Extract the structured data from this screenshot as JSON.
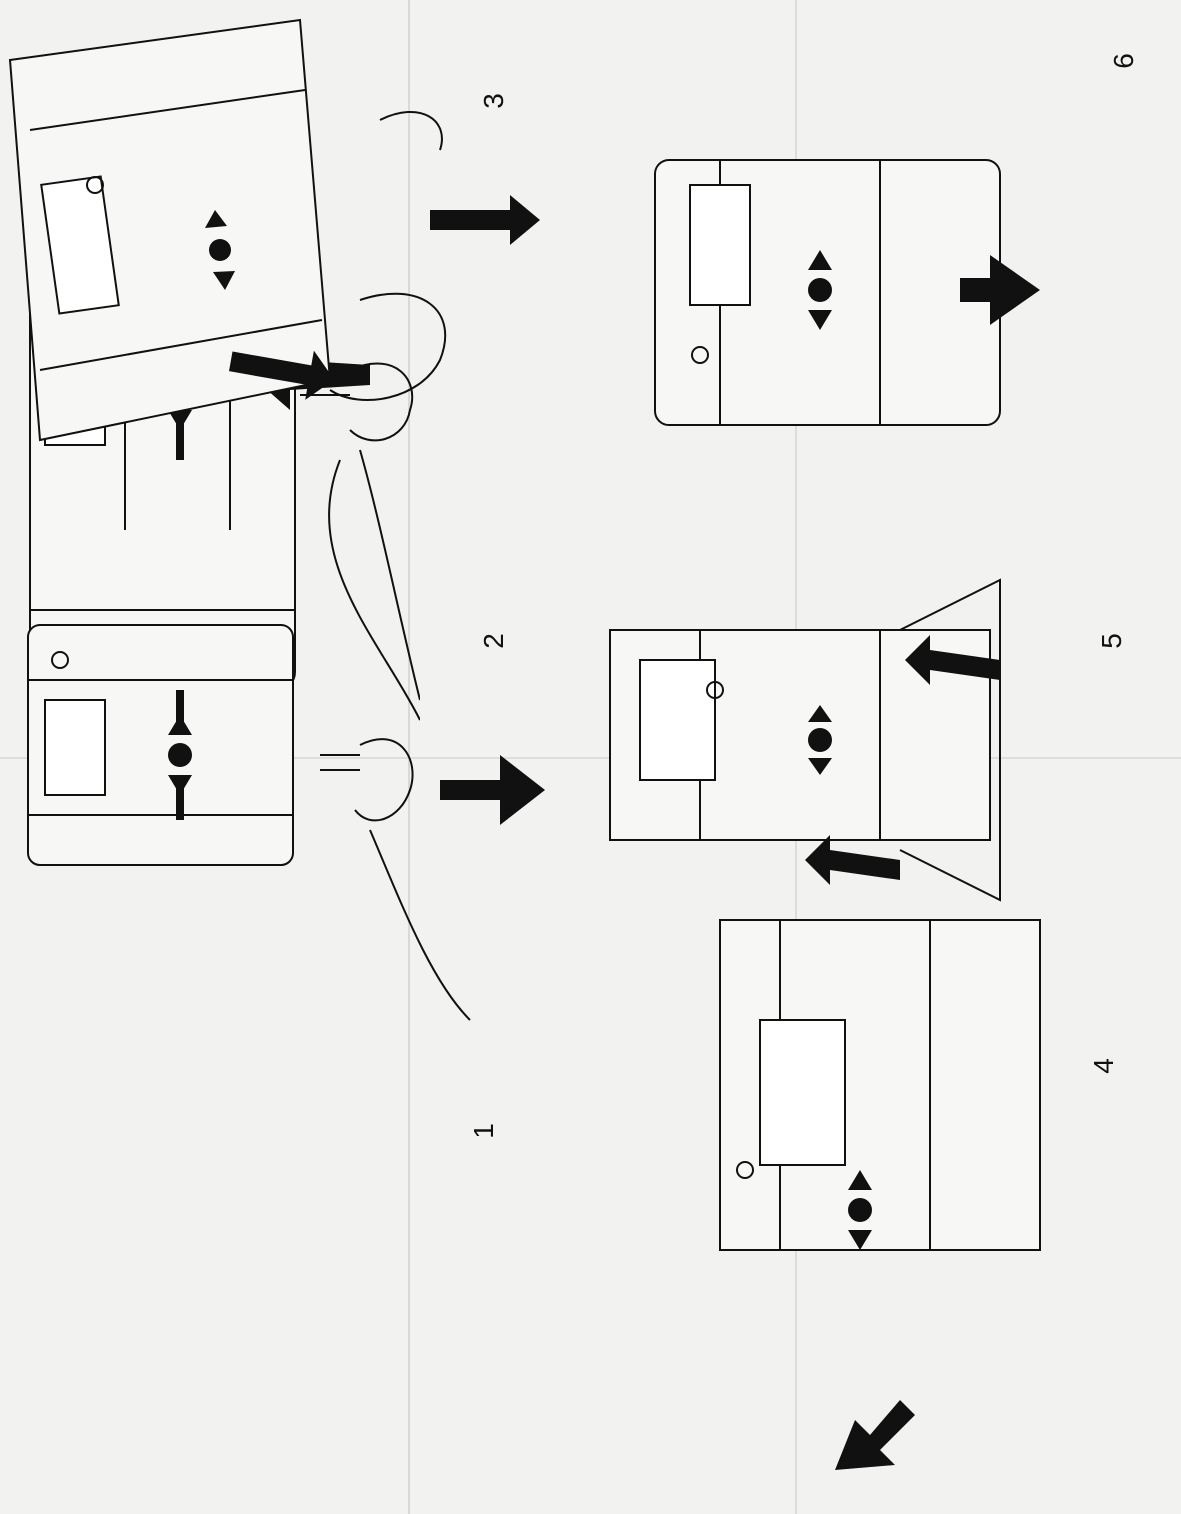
{
  "document": {
    "orientation": "rotated-90",
    "steps": [
      {
        "number": "1"
      },
      {
        "number": "2"
      },
      {
        "number": "3"
      },
      {
        "number": "4"
      },
      {
        "number": "5"
      },
      {
        "number": "6"
      }
    ]
  },
  "colors": {
    "ink": "#111111",
    "paper": "#f2f2f0",
    "fold": "#d9d9d6"
  },
  "icons": [
    "device-front",
    "key-tool",
    "hand",
    "push-arrow",
    "press-symbol"
  ]
}
